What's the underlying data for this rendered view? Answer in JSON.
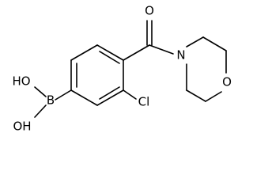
{
  "molecule": {
    "atoms": {
      "carbonyl_o": "O",
      "morpholine_n": "N",
      "morpholine_o": "O",
      "chlorine": "Cl",
      "boron": "B",
      "hydroxyl_top": "HO",
      "hydroxyl_bottom": "OH"
    }
  }
}
